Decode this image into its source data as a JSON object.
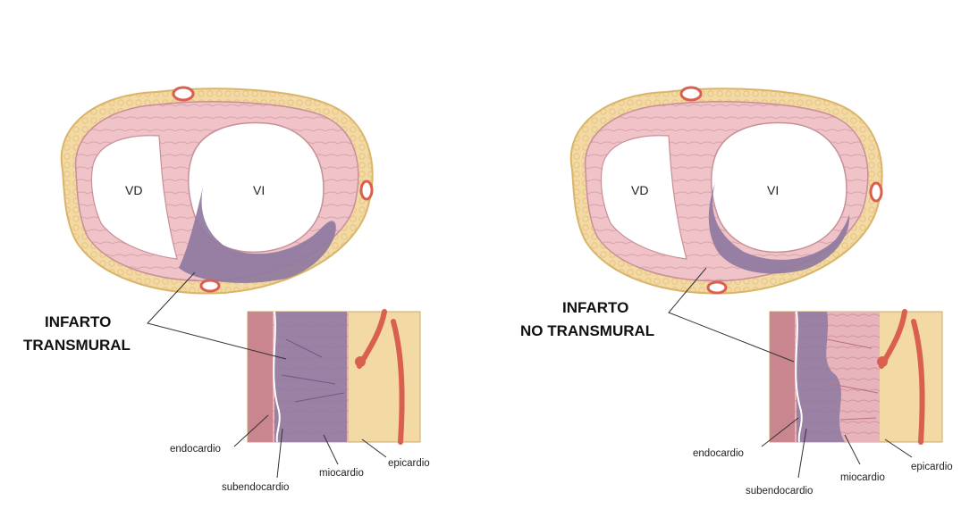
{
  "panels": [
    {
      "chambers": {
        "right": "VD",
        "left": "VI"
      },
      "title_line1": "INFARTO",
      "title_line2": "TRANSMURAL",
      "layers": {
        "endocardium": "endocardio",
        "subendocardium": "subendocardio",
        "myocardium": "miocardio",
        "epicardium": "epicardio"
      }
    },
    {
      "chambers": {
        "right": "VD",
        "left": "VI"
      },
      "title_line1": "INFARTO",
      "title_line2": "NO TRANSMURAL",
      "layers": {
        "endocardium": "endocardio",
        "subendocardium": "subendocardio",
        "myocardium": "miocardio",
        "epicardium": "epicardio"
      }
    }
  ],
  "colors": {
    "fat": "#f3d9a4",
    "fat_edge": "#d9b56a",
    "muscle": "#efc3c8",
    "muscle_edge": "#c98f98",
    "infarct": "#8f7aa0",
    "vessel": "#d9604f"
  }
}
